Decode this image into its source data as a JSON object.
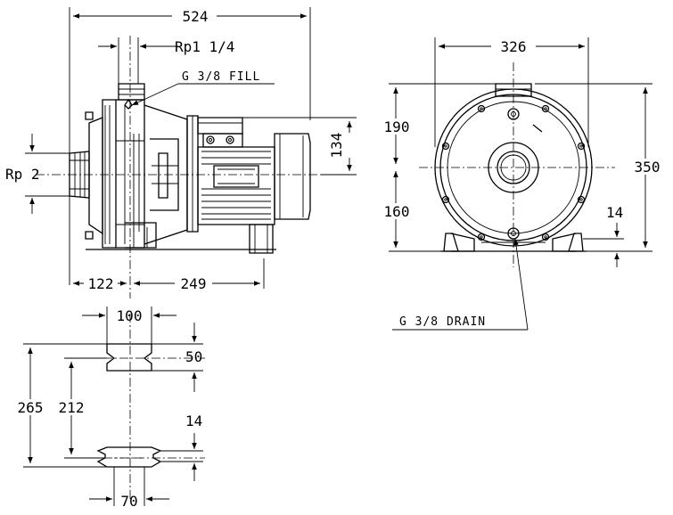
{
  "dimensions": {
    "overall_length": "524",
    "outlet_size": "Rp1 1/4",
    "fill_plug": "G 3/8  FILL",
    "inlet_size": "Rp 2",
    "motor_axis_height": "134",
    "base_front": "122",
    "base_span": "249",
    "overall_width": "326",
    "upper_height": "190",
    "lower_height": "160",
    "overall_height": "350",
    "foot_thickness": "14",
    "drain_plug": "G 3/8  DRAIN",
    "foot_width": "100",
    "foot_slot_depth": "50",
    "foot_total_span": "265",
    "foot_hole_span": "212",
    "foot_plate_thickness": "14",
    "foot_slot_width": "70"
  }
}
